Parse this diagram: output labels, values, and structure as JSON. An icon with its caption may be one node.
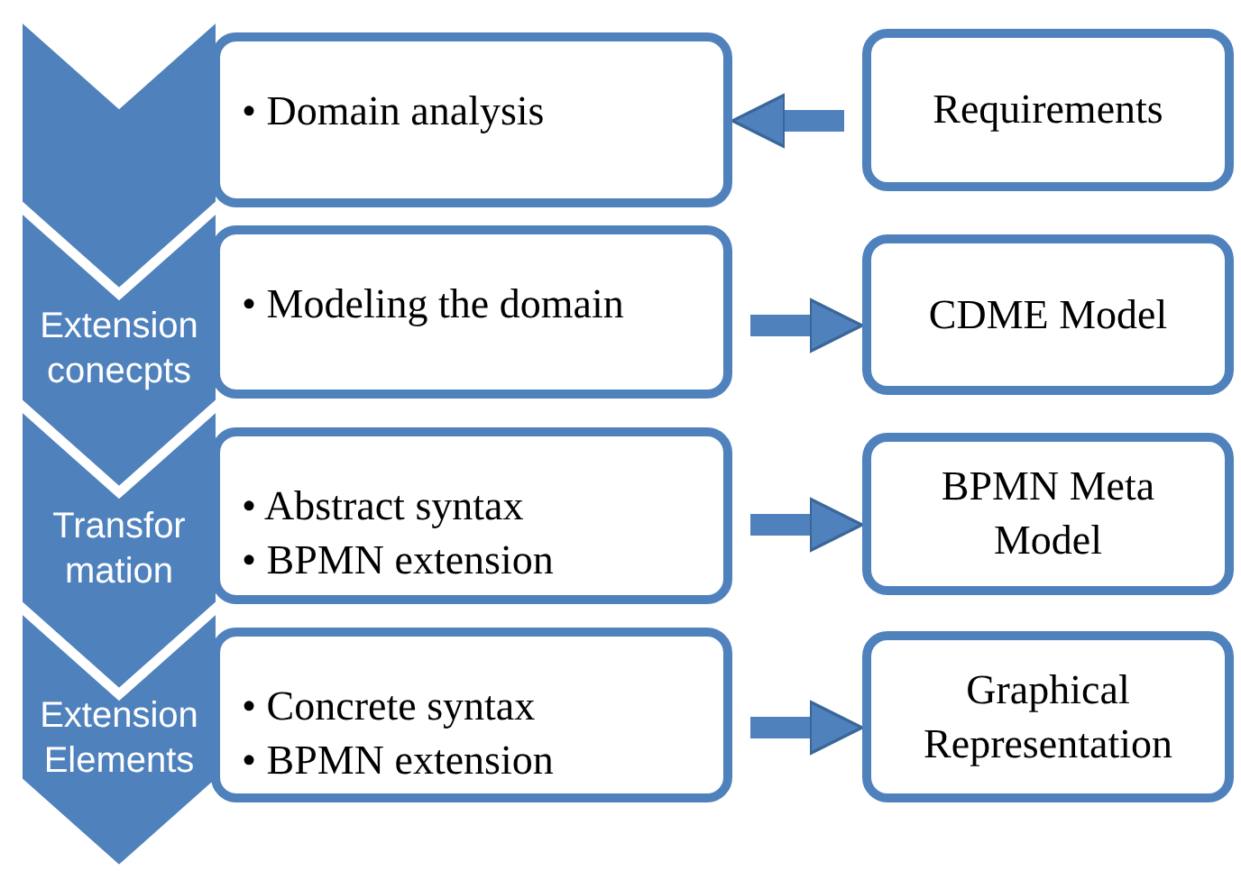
{
  "diagram": {
    "nodes": [
      {
        "text": [],
        "shape": "chevron"
      },
      {
        "text": [
          "Extension conecpts"
        ]
      },
      {
        "text": [
          "Transfor mation"
        ]
      },
      {
        "text": [
          "Extension Elements"
        ]
      },
      {
        "text": [
          "• Domain analysis"
        ]
      },
      {
        "text": [
          "• Modeling the domain"
        ]
      },
      {
        "text": [
          "• Abstract syntax",
          "• BPMN extension"
        ]
      },
      {
        "text": [
          "• Concrete syntax",
          "• BPMN extension"
        ]
      },
      {
        "text": [
          "Requirements"
        ]
      },
      {
        "text": [
          "CDME Model"
        ]
      },
      {
        "text": [
          "BPMN Meta Model"
        ]
      },
      {
        "text": [
          "Graphical Representation"
        ]
      }
    ],
    "edges": [
      {
        "from": 8,
        "to": 4,
        "arrow": "to"
      },
      {
        "from": 5,
        "to": 9,
        "arrow": "to"
      },
      {
        "from": 6,
        "to": 10,
        "arrow": "to"
      },
      {
        "from": 7,
        "to": 11,
        "arrow": "to"
      }
    ]
  }
}
